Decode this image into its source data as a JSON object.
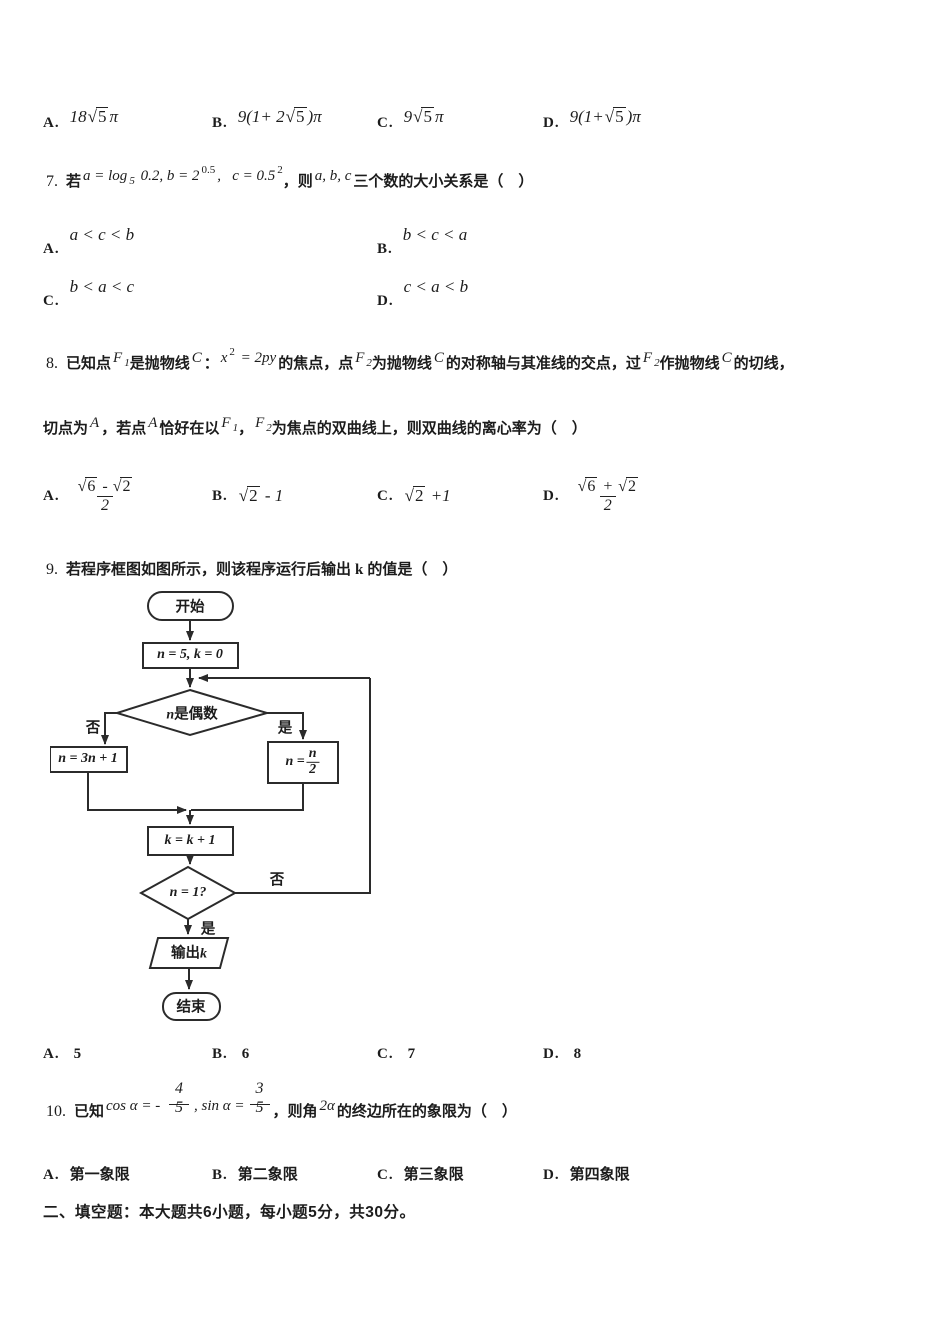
{
  "colors": {
    "text": "#1c1c1c",
    "line": "#2b2b2b",
    "background": "#ffffff"
  },
  "prev_options": {
    "items": [
      {
        "label": "A.",
        "formula": [
          {
            "t": "18"
          },
          {
            "r": "5"
          },
          {
            "t": "π"
          }
        ]
      },
      {
        "label": "B.",
        "formula": [
          {
            "t": "9(1+ 2"
          },
          {
            "r": "5"
          },
          {
            "t": ")π"
          }
        ]
      },
      {
        "label": "C.",
        "formula": [
          {
            "t": "9"
          },
          {
            "r": "5"
          },
          {
            "t": "π"
          }
        ]
      },
      {
        "label": "D.",
        "formula": [
          {
            "t": "9(1+"
          },
          {
            "r": "5"
          },
          {
            "t": ")π"
          }
        ]
      }
    ]
  },
  "q7": {
    "number": "7.",
    "stem": [
      {
        "u": "若"
      },
      {
        "t": "a = log"
      },
      {
        "sb": "5"
      },
      {
        "t": " 0.2, b = 2"
      },
      {
        "sp": "0.5"
      },
      {
        "t": ",   c = 0.5"
      },
      {
        "sp": "2"
      },
      {
        "u": "，则"
      },
      {
        "t": "a, b, c"
      },
      {
        "u": "三个数的大小关系是（　）"
      }
    ],
    "options": [
      {
        "label": "A.",
        "formula": [
          {
            "t": "a < c < b"
          }
        ]
      },
      {
        "label": "B.",
        "formula": [
          {
            "t": "b < c < a"
          }
        ]
      },
      {
        "label": "C.",
        "formula": [
          {
            "t": "b < a < c"
          }
        ]
      },
      {
        "label": "D.",
        "formula": [
          {
            "t": "c < a < b"
          }
        ]
      }
    ]
  },
  "q8": {
    "number": "8.",
    "stem_line1": [
      {
        "u": "已知点"
      },
      {
        "t": "F"
      },
      {
        "sb": "1"
      },
      {
        "u": "是抛物线"
      },
      {
        "t": "C"
      },
      {
        "u": "："
      },
      {
        "t": "x"
      },
      {
        "sp": "2"
      },
      {
        "t": " = 2py"
      },
      {
        "u": "的焦点，点"
      },
      {
        "t": "F"
      },
      {
        "sb": "2"
      },
      {
        "u": "为抛物线"
      },
      {
        "t": "C"
      },
      {
        "u": "的对称轴与其准线的交点，过"
      },
      {
        "t": "F"
      },
      {
        "sb": "2"
      },
      {
        "u": "作抛物线"
      },
      {
        "t": "C"
      },
      {
        "u": "的切线，"
      }
    ],
    "stem_line2": [
      {
        "u": "切点为"
      },
      {
        "t": "A"
      },
      {
        "u": "，若点"
      },
      {
        "t": "A"
      },
      {
        "u": "恰好在以"
      },
      {
        "t": "F"
      },
      {
        "sb": "1"
      },
      {
        "u": "，"
      },
      {
        "t": "F"
      },
      {
        "sb": "2"
      },
      {
        "u": "为焦点的双曲线上，则双曲线的离心率为（　）"
      }
    ],
    "options": [
      {
        "label": "A.",
        "formula": [
          {
            "f": {
              "n": [
                {
                  "r": "6"
                },
                {
                  "t": " - "
                },
                {
                  "r": "2"
                }
              ],
              "d": [
                {
                  "t": "2"
                }
              ]
            }
          }
        ]
      },
      {
        "label": "B.",
        "formula": [
          {
            "r": "2"
          },
          {
            "t": " - 1"
          }
        ]
      },
      {
        "label": "C.",
        "formula": [
          {
            "r": "2"
          },
          {
            "t": " +1"
          }
        ]
      },
      {
        "label": "D.",
        "formula": [
          {
            "f": {
              "n": [
                {
                  "r": "6"
                },
                {
                  "t": " + "
                },
                {
                  "r": "2"
                }
              ],
              "d": [
                {
                  "t": "2"
                }
              ]
            }
          }
        ]
      }
    ]
  },
  "q9": {
    "number": "9.",
    "stem": [
      {
        "u": "若程序框图如图所示，则该程序运行后输出"
      },
      {
        "b": "k"
      },
      {
        "u": "的值是（　）"
      }
    ],
    "flowchart": {
      "start": [
        {
          "u": "开始"
        }
      ],
      "init": [
        {
          "t": "n = 5, k = 0"
        }
      ],
      "cond1": [
        {
          "t": "n"
        },
        {
          "u": "是偶数"
        }
      ],
      "no1": [
        {
          "u": "否"
        }
      ],
      "yes1": [
        {
          "u": "是"
        }
      ],
      "box_odd": [
        {
          "t": "n = 3n + 1"
        }
      ],
      "box_even": [
        {
          "t": "n ="
        },
        {
          "f": {
            "n": [
              {
                "t": "n"
              }
            ],
            "d": [
              {
                "t": "2"
              }
            ]
          }
        }
      ],
      "inc": [
        {
          "t": "k = k + 1"
        }
      ],
      "cond2": [
        {
          "t": "n = 1?"
        }
      ],
      "no2": [
        {
          "u": "否"
        }
      ],
      "yes2": [
        {
          "u": "是"
        }
      ],
      "out": [
        {
          "u": "输出"
        },
        {
          "t": "k"
        }
      ],
      "end": [
        {
          "u": "结束"
        }
      ]
    },
    "options": [
      {
        "label": "A.",
        "formula": [
          {
            "b": "5"
          }
        ]
      },
      {
        "label": "B.",
        "formula": [
          {
            "b": "6"
          }
        ]
      },
      {
        "label": "C.",
        "formula": [
          {
            "b": "7"
          }
        ]
      },
      {
        "label": "D.",
        "formula": [
          {
            "b": "8"
          }
        ]
      }
    ]
  },
  "q10": {
    "number": "10.",
    "stem": [
      {
        "u": "已知"
      },
      {
        "t": "cos α = - "
      },
      {
        "f": {
          "n": [
            {
              "t": "4"
            }
          ],
          "d": [
            {
              "t": "5"
            }
          ]
        }
      },
      {
        "t": ", sin α ="
      },
      {
        "f": {
          "n": [
            {
              "t": "3"
            }
          ],
          "d": [
            {
              "t": "5"
            }
          ]
        }
      },
      {
        "u": "，则角"
      },
      {
        "t": "2α"
      },
      {
        "u": "的终边所在的象限为（　）"
      }
    ],
    "options": [
      {
        "label": "A.",
        "formula": [
          {
            "u": "第一象限"
          }
        ]
      },
      {
        "label": "B.",
        "formula": [
          {
            "u": "第二象限"
          }
        ]
      },
      {
        "label": "C.",
        "formula": [
          {
            "u": "第三象限"
          }
        ]
      },
      {
        "label": "D.",
        "formula": [
          {
            "u": "第四象限"
          }
        ]
      }
    ]
  },
  "section2": {
    "title": "二、填空题：本大题共6小题，每小题5分，共30分。"
  }
}
